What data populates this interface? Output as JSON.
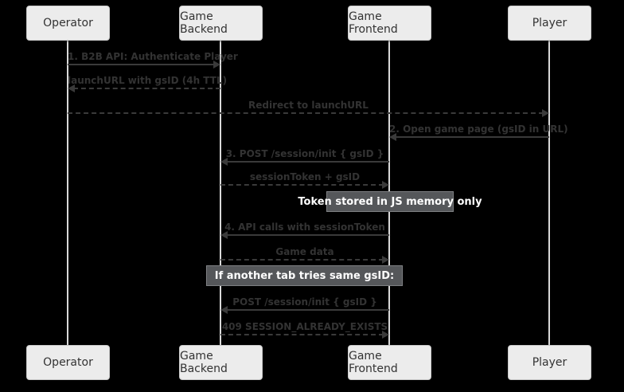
{
  "diagram": {
    "type": "sequence",
    "participants": [
      {
        "label": "Operator"
      },
      {
        "label": "Game Backend"
      },
      {
        "label": "Game Frontend"
      },
      {
        "label": "Player"
      }
    ],
    "messages": [
      {
        "text": "1. B2B API: Authenticate Player",
        "from": "Operator",
        "to": "Game Backend",
        "line": "solid"
      },
      {
        "text": "launchURL with gsID (4h TTL)",
        "from": "Game Backend",
        "to": "Operator",
        "line": "dashed"
      },
      {
        "text": "Redirect to launchURL",
        "from": "Operator",
        "to": "Player",
        "line": "dashed"
      },
      {
        "text": "2. Open game page (gsID in URL)",
        "from": "Player",
        "to": "Game Frontend",
        "line": "solid"
      },
      {
        "text": "3. POST /session/init { gsID }",
        "from": "Game Frontend",
        "to": "Game Backend",
        "line": "solid"
      },
      {
        "text": "sessionToken + gsID",
        "from": "Game Backend",
        "to": "Game Frontend",
        "line": "dashed"
      },
      {
        "text": "4. API calls with sessionToken",
        "from": "Game Frontend",
        "to": "Game Backend",
        "line": "solid"
      },
      {
        "text": "Game data",
        "from": "Game Backend",
        "to": "Game Frontend",
        "line": "dashed"
      },
      {
        "text": "POST /session/init { gsID }",
        "from": "Game Frontend",
        "to": "Game Backend",
        "line": "solid"
      },
      {
        "text": "409 SESSION_ALREADY_EXISTS",
        "from": "Game Backend",
        "to": "Game Frontend",
        "line": "dashed"
      }
    ],
    "notes": [
      {
        "text": "Token stored in JS memory only",
        "over": "Game Frontend"
      },
      {
        "text": "If another tab tries same gsID:",
        "over": "Game Backend, Game Frontend"
      }
    ],
    "colors": {
      "background": "#000000",
      "actor_fill": "#ececec",
      "actor_border": "#c9c9c9",
      "actor_text": "#333333",
      "lifeline": "#d9d9d9",
      "message_text": "#333333",
      "arrow": "#3a3a3a",
      "note_fill": "#55575a",
      "note_text": "#ffffff"
    }
  }
}
